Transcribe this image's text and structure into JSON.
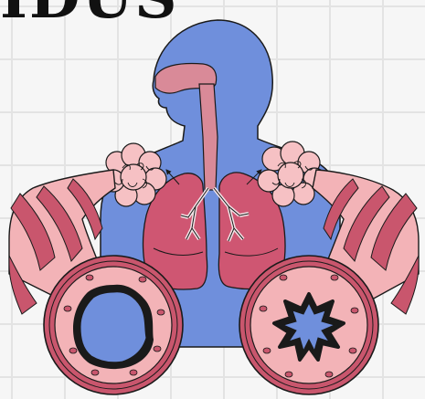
{
  "title_fragment": "IDUS",
  "colors": {
    "background": "#f6f6f6",
    "grid": "#e3e3e3",
    "body_silhouette": "#6f8fdc",
    "lungs": "#cf5672",
    "trachea": "#d98a98",
    "airway_outer": "#f3b3b7",
    "airway_band": "#c9566d",
    "alveoli": "#f6c1c4",
    "lumen": "#6f8fdc",
    "outline": "#1a1a1a"
  },
  "figure": {
    "subject": "human-airways-illustration",
    "left_cross_section": "healthy-airway",
    "right_cross_section": "constricted-airway"
  }
}
